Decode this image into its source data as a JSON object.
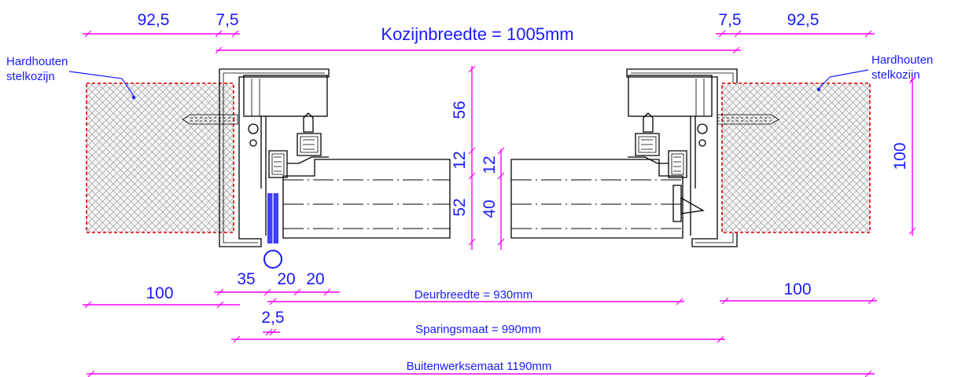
{
  "colors": {
    "dimension_line": "#ff00ff",
    "dimension_text": "#1a1aff",
    "wood_edge": "#e00000",
    "profile": "#000000"
  },
  "labels": {
    "top_left_a": "92,5",
    "top_left_b": "7,5",
    "top_right_a": "7,5",
    "top_right_b": "92,5",
    "kozijnbreedte": "Kozijnbreedte = 1005mm",
    "wood_left_line1": "Hardhouten",
    "wood_left_line2": "stelkozijn",
    "wood_right_line1": "Hardhouten",
    "wood_right_line2": "stelkozijn",
    "v_56": "56",
    "v_12_left": "12",
    "v_52": "52",
    "v_12_right": "12",
    "v_40": "40",
    "v_100": "100",
    "bottom_100_left": "100",
    "bottom_35": "35",
    "bottom_20_a": "20",
    "bottom_20_b": "20",
    "bottom_25": "2,5",
    "bottom_100_right": "100",
    "deurbreedte": "Deurbreedte = 930mm",
    "sparingsmaat": "Sparingsmaat = 990mm",
    "buitenwerksemaat": "Buitenwerksemaat 1190mm"
  }
}
